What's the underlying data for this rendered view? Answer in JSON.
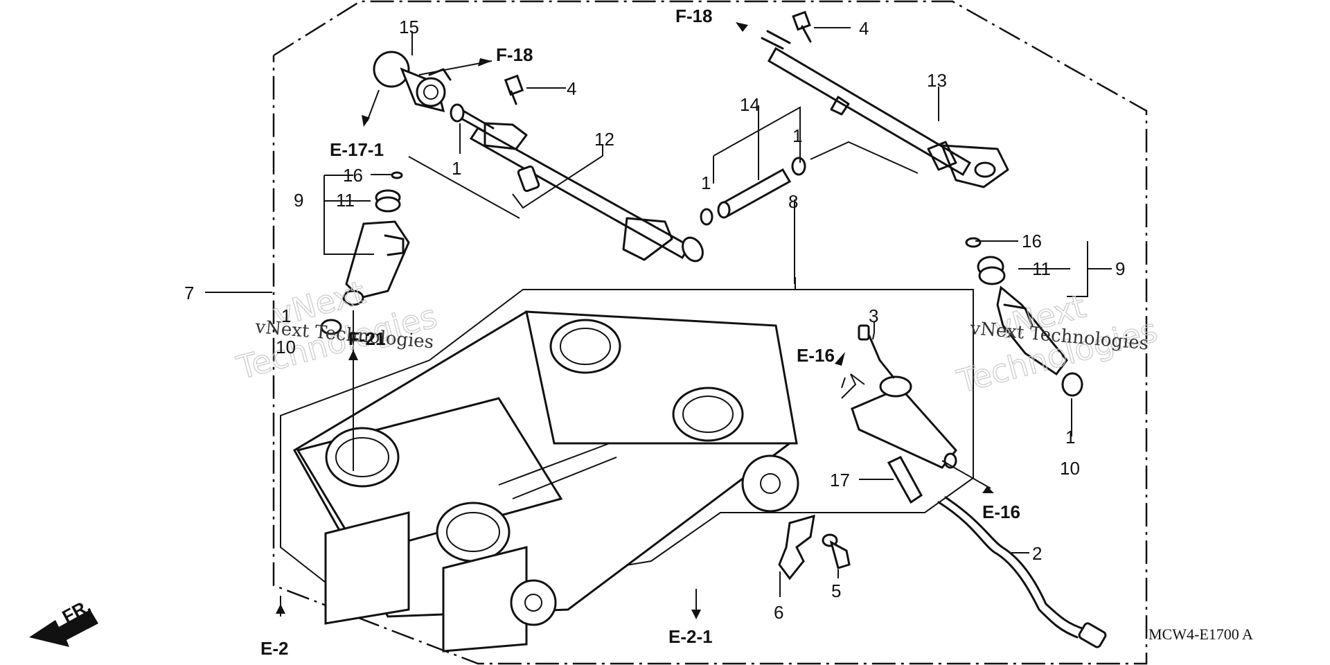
{
  "diagram": {
    "drawing_code": "MCW4-E1700 A",
    "front_arrow_label": "FR.",
    "watermarks": [
      {
        "line1": "vNext",
        "line2": "Technologies"
      },
      {
        "line1": "vNext",
        "line2": "Technologies"
      }
    ],
    "part_numbers": {
      "p1a": "1",
      "p1b": "1",
      "p1c": "1",
      "p1d": "1",
      "p1e": "1",
      "p2": "2",
      "p3": "3",
      "p4a": "4",
      "p4b": "4",
      "p5": "5",
      "p6": "6",
      "p7": "7",
      "p8": "8",
      "p9a": "9",
      "p9b": "9",
      "p10a": "10",
      "p10b": "10",
      "p11a": "11",
      "p11b": "11",
      "p12": "12",
      "p13": "13",
      "p14": "14",
      "p15": "15",
      "p16a": "16",
      "p16b": "16",
      "p17": "17"
    },
    "references": {
      "f18a": "F-18",
      "f18b": "F-18",
      "e171": "E-17-1",
      "f21": "F-21",
      "e16a": "E-16",
      "e16b": "E-16",
      "e2": "E-2",
      "e21": "E-2-1"
    }
  }
}
